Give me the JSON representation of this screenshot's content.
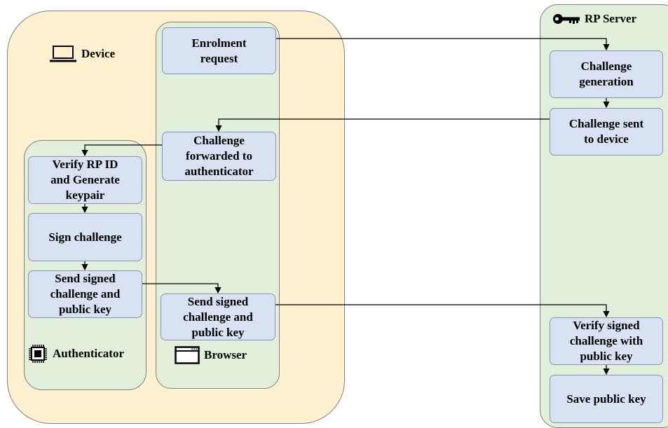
{
  "regions": {
    "device": "Device",
    "authenticator": "Authenticator",
    "browser": "Browser",
    "rp_server": "RP Server"
  },
  "steps": {
    "enrolment_request": "Enrolment\nrequest",
    "challenge_generation": "Challenge\ngeneration",
    "challenge_sent": "Challenge sent\nto device",
    "challenge_forwarded": "Challenge\nforwarded to\nauthenticator",
    "verify_rp_id": "Verify RP ID\nand Generate\nkeypair",
    "sign_challenge": "Sign challenge",
    "send_signed_auth": "Send signed\nchallenge and\npublic key",
    "send_signed_browser": "Send signed\nchallenge and\npublic key",
    "verify_signed": "Verify signed\nchallenge with\npublic key",
    "save_public_key": "Save public key"
  },
  "icons": {
    "device": "laptop-icon",
    "authenticator": "chip-icon",
    "browser": "browser-window-icon",
    "rp_server": "key-icon"
  },
  "colors": {
    "device_bg": "#fff1cf",
    "container_bg": "#e2efda",
    "step_bg": "#d9e2f3",
    "step_border": "#8497b0"
  }
}
